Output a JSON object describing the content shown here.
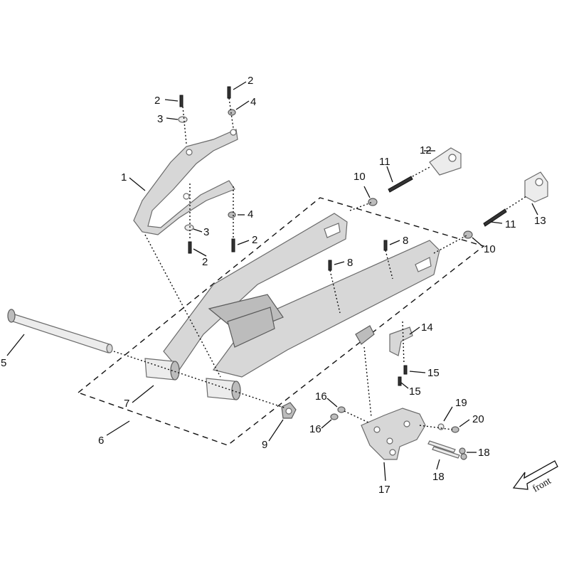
{
  "diagram": {
    "callouts": [
      "1",
      "2",
      "2",
      "2",
      "2",
      "3",
      "3",
      "4",
      "4",
      "5",
      "6",
      "7",
      "8",
      "8",
      "9",
      "10",
      "10",
      "11",
      "11",
      "12",
      "13",
      "14",
      "15",
      "15",
      "16",
      "16",
      "17",
      "18",
      "18",
      "19",
      "20"
    ],
    "front_label": "front"
  }
}
